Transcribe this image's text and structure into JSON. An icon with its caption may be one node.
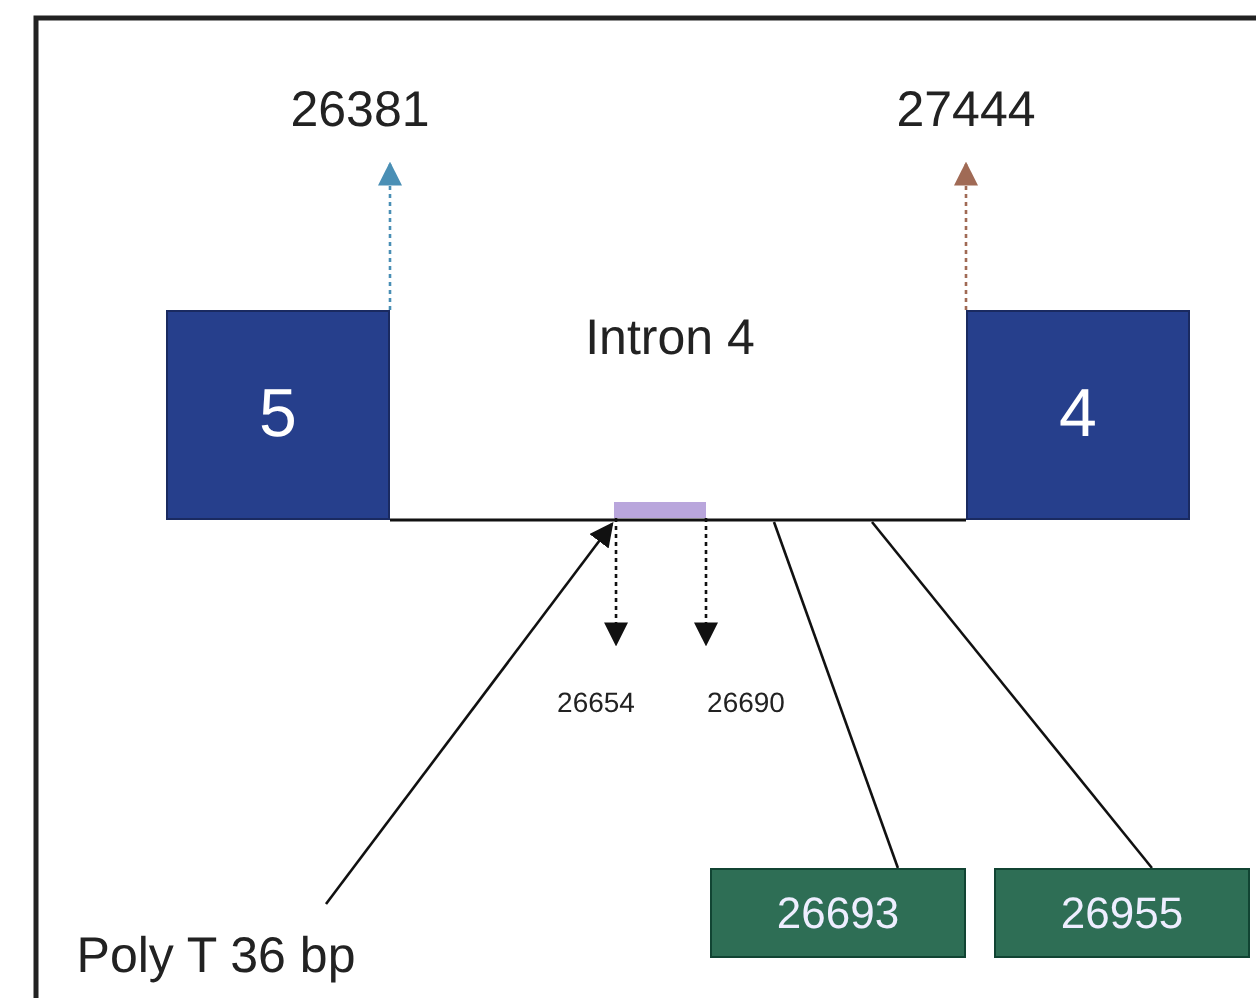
{
  "diagram": {
    "nodes": [
      {
        "text": [
          "5"
        ]
      },
      {
        "text": [
          "4"
        ]
      },
      {
        "text": [
          "26381"
        ]
      },
      {
        "text": [
          "27444"
        ]
      },
      {
        "text": [],
        "shape": "bar"
      },
      {
        "text": [
          "26654"
        ]
      },
      {
        "text": [
          "26690"
        ]
      },
      {
        "text": [
          "Poly T 36 bp"
        ]
      },
      {
        "text": [
          "26693"
        ]
      },
      {
        "text": [
          "26955"
        ]
      }
    ],
    "edges": [
      {
        "from": 0,
        "to": 2,
        "arrow": "to",
        "style": "dashed",
        "color": "#4a8fb5"
      },
      {
        "from": 1,
        "to": 3,
        "arrow": "to",
        "style": "dashed",
        "color": "#a06a55"
      },
      {
        "from": 0,
        "to": 1,
        "arrow": "none"
      },
      {
        "from": 4,
        "to": 5,
        "arrow": "to",
        "style": "dashed"
      },
      {
        "from": 4,
        "to": 6,
        "arrow": "to",
        "style": "dashed"
      },
      {
        "from": 7,
        "to": 4,
        "arrow": "to"
      },
      {
        "from": 8,
        "to": null,
        "arrow": "none"
      },
      {
        "from": 9,
        "to": null,
        "arrow": "none"
      }
    ],
    "labels": [
      "Intron 4"
    ]
  }
}
